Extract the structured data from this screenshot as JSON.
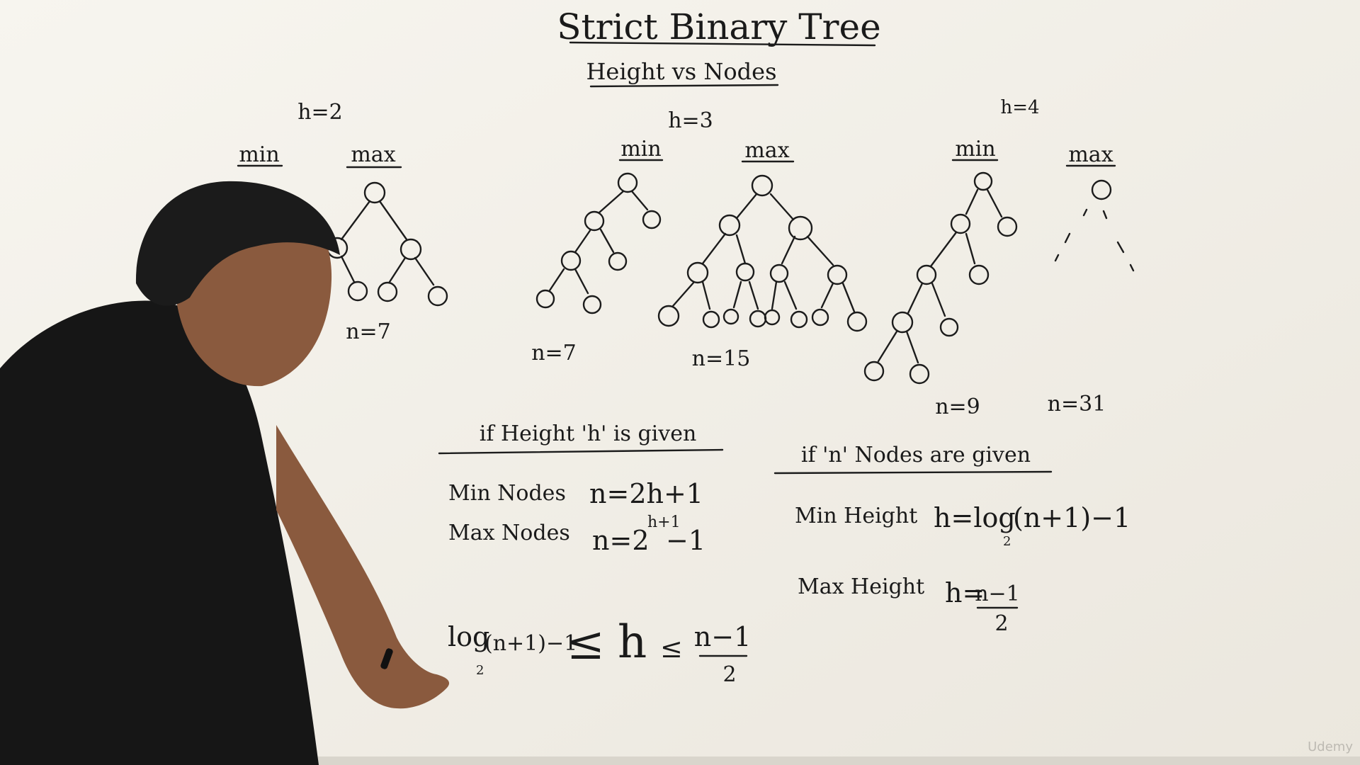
{
  "board": {
    "title": "Strict Binary Tree",
    "subtitle": "Height vs Nodes",
    "groups": [
      {
        "height_label": "h=2",
        "min_label": "min",
        "max_label": "max",
        "max_count": "n=7"
      },
      {
        "height_label": "h=3",
        "min_label": "min",
        "max_label": "max",
        "min_count": "n=7",
        "max_count": "n=15"
      },
      {
        "height_label": "h=4",
        "min_label": "min",
        "max_label": "max",
        "min_count": "n=9",
        "max_count": "n=31"
      }
    ],
    "height_given": {
      "heading": "if Height 'h' is given",
      "min_nodes_label": "Min Nodes",
      "min_nodes_formula": "n=2h+1",
      "max_nodes_label": "Max Nodes",
      "max_nodes_formula_base": "n=2",
      "max_nodes_formula_exp": "h+1",
      "max_nodes_formula_tail": "−1"
    },
    "nodes_given": {
      "heading": "if 'n' Nodes are given",
      "min_height_label": "Min Height",
      "min_height_formula_head": "h=log",
      "min_height_formula_sub": "2",
      "min_height_formula_tail": "(n+1)−1",
      "max_height_label": "Max Height",
      "max_height_formula_head": "h=",
      "max_height_numerator": "n−1",
      "max_height_denominator": "2"
    },
    "inequality": {
      "left_head": "log",
      "left_sub": "2",
      "left_tail": "(n+1)−1",
      "leq1": "≤",
      "var": "h",
      "leq2": "≤",
      "numerator": "n−1",
      "denominator": "2"
    },
    "watermark": "Udemy"
  },
  "colors": {
    "board": "#f4f1ea",
    "ink": "#1c1c1c",
    "shirt": "#161616",
    "skin": "#8a5a3e",
    "hair": "#1b1b1b"
  }
}
